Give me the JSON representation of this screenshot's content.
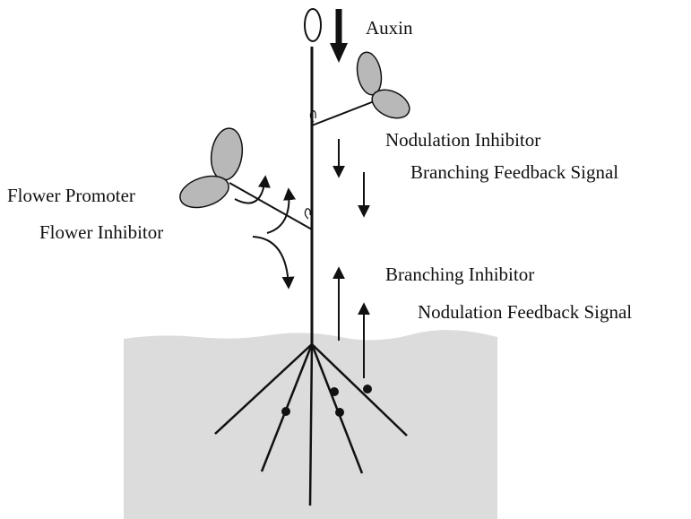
{
  "labels": {
    "auxin": "Auxin",
    "nodulation_inhibitor": "Nodulation Inhibitor",
    "branching_feedback_signal": "Branching Feedback Signal",
    "flower_promoter": "Flower Promoter",
    "flower_inhibitor": "Flower Inhibitor",
    "branching_inhibitor": "Branching Inhibitor",
    "nodulation_feedback_signal": "Nodulation Feedback Signal"
  },
  "colors": {
    "line": "#111111",
    "leaf_fill": "#b8b8b8",
    "soil_fill": "#dcdcdc",
    "background": "#ffffff"
  }
}
